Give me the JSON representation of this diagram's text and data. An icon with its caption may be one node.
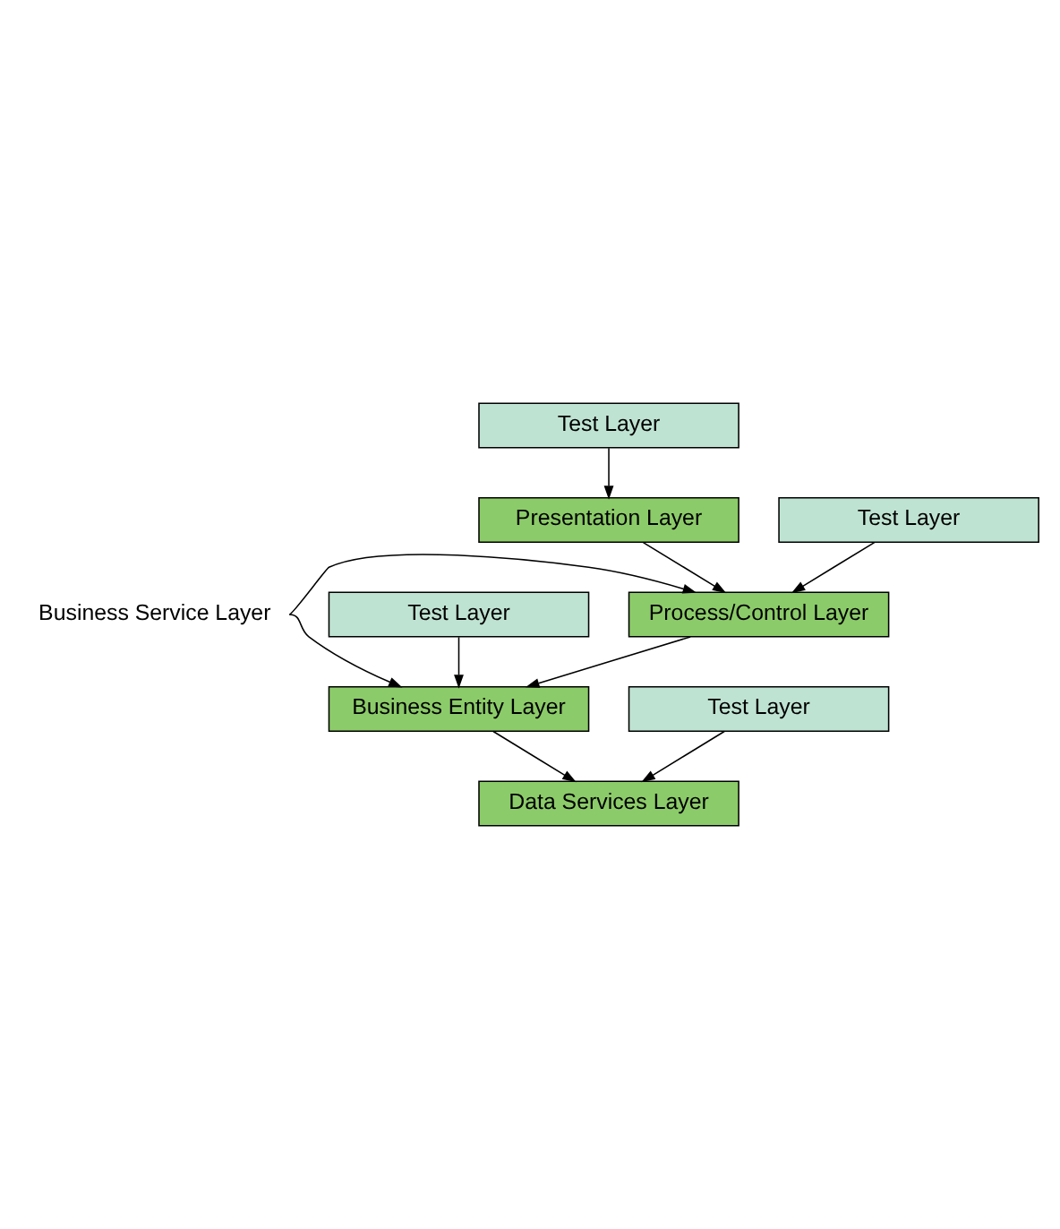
{
  "diagram": {
    "nodes": [
      {
        "text": [
          "Test Layer"
        ]
      },
      {
        "text": [
          "Presentation Layer"
        ]
      },
      {
        "text": [
          "Test Layer"
        ]
      },
      {
        "text": [
          "Process/Control Layer"
        ]
      },
      {
        "text": [
          "Test Layer"
        ]
      },
      {
        "text": [
          "Business Entity Layer"
        ]
      },
      {
        "text": [
          "Test Layer"
        ]
      },
      {
        "text": [
          "Data Services Layer"
        ]
      },
      {
        "text": [
          "Business Service Layer"
        ]
      }
    ],
    "edges": [
      {
        "from": 0,
        "to": 1,
        "arrow": "to"
      },
      {
        "from": 1,
        "to": 3,
        "arrow": "to"
      },
      {
        "from": 2,
        "to": 3,
        "arrow": "to"
      },
      {
        "from": 3,
        "to": 5,
        "arrow": "to"
      },
      {
        "from": 4,
        "to": 5,
        "arrow": "to"
      },
      {
        "from": 5,
        "to": 7,
        "arrow": "to"
      },
      {
        "from": 6,
        "to": 7,
        "arrow": "to"
      },
      {
        "from": 8,
        "to": 3,
        "arrow": "to"
      },
      {
        "from": 8,
        "to": 5,
        "arrow": "to"
      }
    ]
  }
}
